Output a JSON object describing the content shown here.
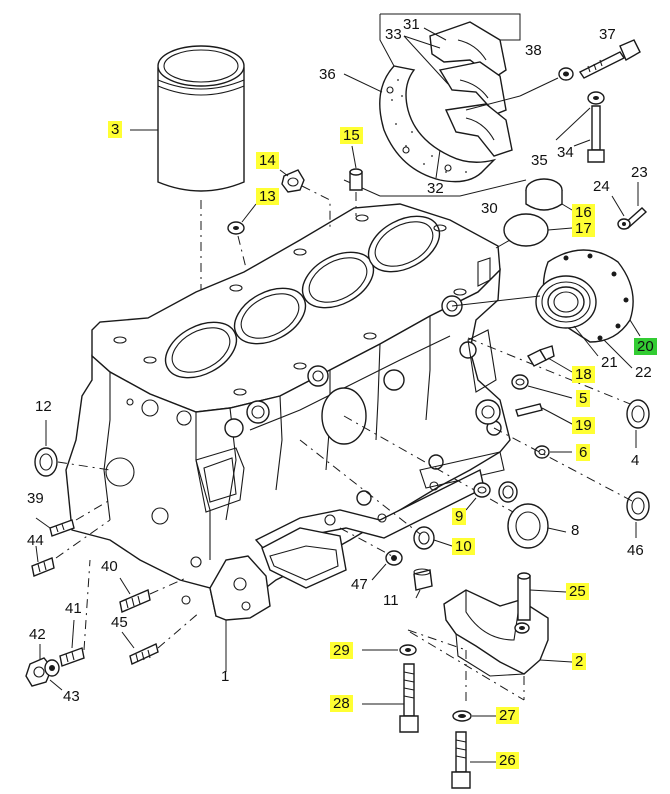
{
  "diagram": {
    "callouts": [
      {
        "id": "3",
        "text": "3",
        "highlight": "yellow"
      },
      {
        "id": "14",
        "text": "14",
        "highlight": "yellow"
      },
      {
        "id": "15",
        "text": "15",
        "highlight": "yellow"
      },
      {
        "id": "13",
        "text": "13",
        "highlight": "yellow"
      },
      {
        "id": "16",
        "text": "16",
        "highlight": "yellow"
      },
      {
        "id": "17",
        "text": "17",
        "highlight": "yellow"
      },
      {
        "id": "20",
        "text": "20",
        "highlight": "green"
      },
      {
        "id": "18",
        "text": "18",
        "highlight": "yellow"
      },
      {
        "id": "5",
        "text": "5",
        "highlight": "yellow"
      },
      {
        "id": "19",
        "text": "19",
        "highlight": "yellow"
      },
      {
        "id": "6",
        "text": "6",
        "highlight": "yellow"
      },
      {
        "id": "9",
        "text": "9",
        "highlight": "yellow"
      },
      {
        "id": "10",
        "text": "10",
        "highlight": "yellow"
      },
      {
        "id": "25",
        "text": "25",
        "highlight": "yellow"
      },
      {
        "id": "29",
        "text": "29",
        "highlight": "yellow"
      },
      {
        "id": "2",
        "text": "2",
        "highlight": "yellow"
      },
      {
        "id": "28",
        "text": "28",
        "highlight": "yellow"
      },
      {
        "id": "27",
        "text": "27",
        "highlight": "yellow"
      },
      {
        "id": "26",
        "text": "26",
        "highlight": "yellow"
      },
      {
        "id": "31",
        "text": "31",
        "highlight": "none"
      },
      {
        "id": "33",
        "text": "33",
        "highlight": "none"
      },
      {
        "id": "36",
        "text": "36",
        "highlight": "none"
      },
      {
        "id": "38",
        "text": "38",
        "highlight": "none"
      },
      {
        "id": "37",
        "text": "37",
        "highlight": "none"
      },
      {
        "id": "35",
        "text": "35",
        "highlight": "none"
      },
      {
        "id": "34",
        "text": "34",
        "highlight": "none"
      },
      {
        "id": "32",
        "text": "32",
        "highlight": "none"
      },
      {
        "id": "30",
        "text": "30",
        "highlight": "none"
      },
      {
        "id": "24",
        "text": "24",
        "highlight": "none"
      },
      {
        "id": "23",
        "text": "23",
        "highlight": "none"
      },
      {
        "id": "21",
        "text": "21",
        "highlight": "none"
      },
      {
        "id": "22",
        "text": "22",
        "highlight": "none"
      },
      {
        "id": "4",
        "text": "4",
        "highlight": "none"
      },
      {
        "id": "8",
        "text": "8",
        "highlight": "none"
      },
      {
        "id": "46",
        "text": "46",
        "highlight": "none"
      },
      {
        "id": "12",
        "text": "12",
        "highlight": "none"
      },
      {
        "id": "39",
        "text": "39",
        "highlight": "none"
      },
      {
        "id": "44",
        "text": "44",
        "highlight": "none"
      },
      {
        "id": "40",
        "text": "40",
        "highlight": "none"
      },
      {
        "id": "47",
        "text": "47",
        "highlight": "none"
      },
      {
        "id": "11",
        "text": "11",
        "highlight": "none"
      },
      {
        "id": "41",
        "text": "41",
        "highlight": "none"
      },
      {
        "id": "45",
        "text": "45",
        "highlight": "none"
      },
      {
        "id": "42",
        "text": "42",
        "highlight": "none"
      },
      {
        "id": "43",
        "text": "43",
        "highlight": "none"
      },
      {
        "id": "1",
        "text": "1",
        "highlight": "none"
      }
    ],
    "colors": {
      "highlight_yellow": "#ffff33",
      "highlight_green": "#33cc33",
      "line": "#1a1a1a",
      "background": "#ffffff"
    }
  }
}
